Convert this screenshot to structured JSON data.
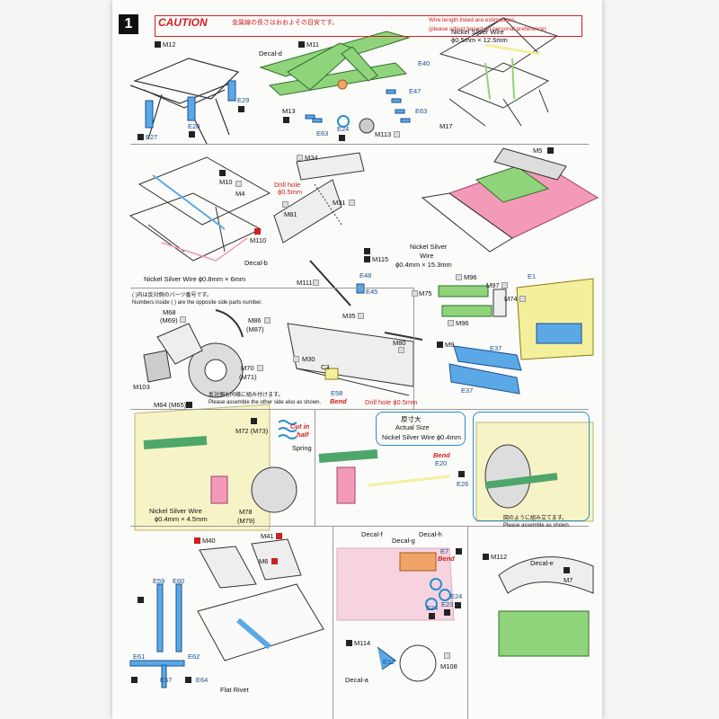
{
  "step": {
    "number": "1"
  },
  "caution": {
    "title": "CAUTION",
    "jp_text": "金属線の長さはおおよその目安です。",
    "en_line1": "Wire length listed are estimations.",
    "en_line2": "(please adjust based on personal preference)"
  },
  "labels": {
    "m12": "M12",
    "e29": "E29",
    "e28": "E28",
    "e27": "E27",
    "decal_d": "Decal-d",
    "m11": "M11",
    "e40": "E40",
    "e47": "E47",
    "e63": "E63",
    "m13": "M13",
    "e63b": "E63",
    "e24": "E24",
    "m113": "M113",
    "nickel_wire1_t": "Nickel Silver Wire",
    "nickel_wire1_s": "ϕ0.5mm × 12.5mm",
    "m17": "M17",
    "m10": "M10",
    "m4": "M4",
    "m34": "M34",
    "drill1_t": "Drill hole",
    "drill1_s": "ϕ0.5mm",
    "m81": "M81",
    "m31": "M31",
    "m110": "M110",
    "decal_b": "Decal-b",
    "nickel_wire2": "Nickel Silver Wire ϕ0.8mm × 6mm",
    "m115": "M115",
    "e48": "E48",
    "m111": "M111",
    "e45": "E45",
    "m5": "M5",
    "nickel_wire3_t": "Nickel Silver",
    "nickel_wire3_m": "Wire",
    "nickel_wire3_s": "ϕ0.4mm × 15.3mm",
    "opp_jp": "( )内は反対側のパーツ番号です。",
    "opp_en1": "Numbers inside ( ) are the opposite side parts number.",
    "m68": "M68",
    "m69": "(M69)",
    "m86": "M86",
    "m87": "(M87)",
    "m103": "M103",
    "m70": "M70",
    "m71": "(M71)",
    "assemble_jp": "反対側も同様に組み付けます。",
    "assemble_en": "Please assemble the other side also as shown.",
    "m35": "M35",
    "m80": "M80",
    "m30": "M30",
    "c3": "C3",
    "e58": "E58",
    "bend1": "Bend",
    "drill2": "Drill hole ϕ0.5mm",
    "m96": "M96",
    "m97": "M97",
    "m75": "M75",
    "m74": "M74",
    "e1": "E1",
    "m96b": "M96",
    "m9": "M9",
    "e37": "E37",
    "e37b": "E37",
    "m64": "M64 (M65)",
    "m72": "M72 (M73)",
    "cut_half1": "Cut in",
    "cut_half2": "half",
    "spring": "Spring",
    "nickel_wire4_t": "Nickel Silver Wire",
    "nickel_wire4_s": "ϕ0.4mm × 4.5mm",
    "m78": "M78",
    "m79": "(M79)",
    "actual_jp": "原寸大",
    "actual_en": "Actual Size",
    "nickel_wire5": "Nickel Silver Wire ϕ0.4mm",
    "bend2": "Bend",
    "e20": "E20",
    "e26": "E26",
    "assemble2_jp": "図のように組み立てます。",
    "assemble2_en": "Please assemble as shown.",
    "m40": "M40",
    "m41": "M41",
    "m6": "M6",
    "e59": "E59",
    "e60": "E60",
    "e61": "E61",
    "e62": "E62",
    "e57": "E57",
    "e64": "E64",
    "flat_rivet": "Flat Rivet",
    "decal_f": "Decal-f",
    "decal_g": "Decal-g",
    "decal_h": "Decal-h",
    "e7": "E7",
    "bend3": "Bend",
    "e24b": "E24",
    "e23": "E23",
    "e24c": "E24",
    "m114": "M114",
    "e12": "E12",
    "decal_a": "Decal-a",
    "m108": "M108",
    "m112": "M112",
    "decal_e": "Decal-e",
    "m7": "M7"
  },
  "colors": {
    "caution_red": "#d02020",
    "etch_blue": "#5aa9e6",
    "frame_green": "#8fd47a",
    "body_pink": "#f29ab8",
    "radiator_yellow": "#f3ef9c",
    "hose_green": "#4fa66a",
    "inset_blue": "#2a8fc8"
  }
}
